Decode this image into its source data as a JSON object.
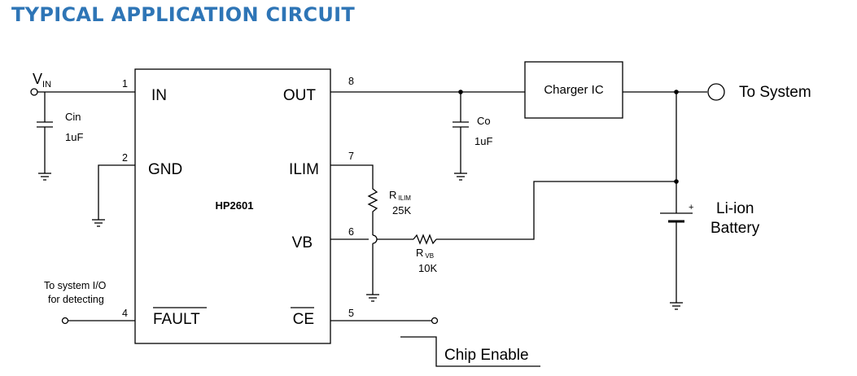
{
  "title": "TYPICAL APPLICATION CIRCUIT",
  "ic": {
    "name": "HP2601",
    "pins": [
      {
        "num": "1",
        "name": "IN"
      },
      {
        "num": "2",
        "name": "GND"
      },
      {
        "num": "4",
        "name": "FAULT"
      },
      {
        "num": "8",
        "name": "OUT"
      },
      {
        "num": "7",
        "name": "ILIM"
      },
      {
        "num": "6",
        "name": "VB"
      },
      {
        "num": "5",
        "name": "CE"
      }
    ]
  },
  "vin": {
    "main": "V",
    "sub": "IN"
  },
  "cin": {
    "name": "Cin",
    "value": "1uF"
  },
  "co": {
    "name": "Co",
    "value": "1uF"
  },
  "rilim": {
    "main": "R",
    "sub": "ILIM",
    "value": "25K"
  },
  "rvb": {
    "main": "R",
    "sub": "VB",
    "value": "10K"
  },
  "charger": "Charger IC",
  "to_system": "To System",
  "battery": {
    "line1": "Li-ion",
    "line2": "Battery",
    "plus": "+"
  },
  "io": {
    "line1": "To system I/O",
    "line2": "for detecting"
  },
  "chip_enable": "Chip Enable"
}
